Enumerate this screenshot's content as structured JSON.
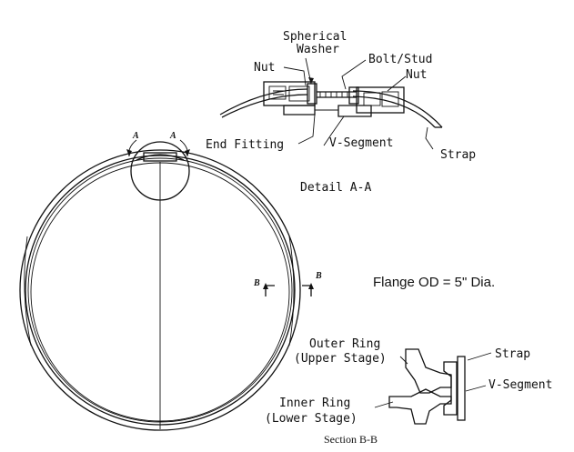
{
  "detail": {
    "spherical_washer": [
      "Spherical",
      "Washer"
    ],
    "nut_left": "Nut",
    "bolt_stud": "Bolt/Stud",
    "nut_right": "Nut",
    "end_fitting": "End Fitting",
    "v_segment": "V-Segment",
    "strap": "Strap",
    "title": "Detail A-A"
  },
  "ring": {
    "section_mark_a": "A",
    "section_mark_b": "B"
  },
  "flange_note": "Flange OD = 5\" Dia.",
  "section": {
    "outer_ring": [
      "Outer Ring",
      "(Upper Stage)"
    ],
    "inner_ring": [
      "Inner Ring",
      "(Lower Stage)"
    ],
    "strap": "Strap",
    "v_segment": "V-Segment",
    "title": "Section B-B"
  }
}
